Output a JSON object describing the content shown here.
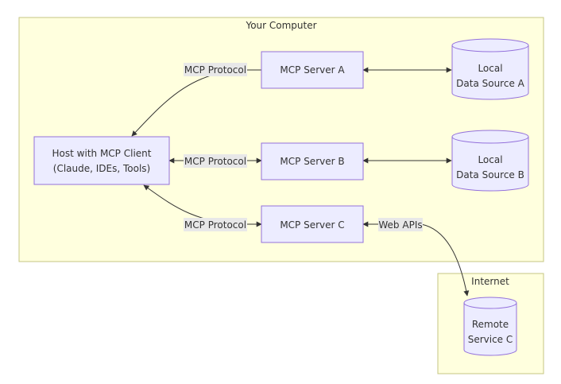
{
  "clusters": {
    "computer": "Your Computer",
    "internet": "Internet"
  },
  "nodes": {
    "host_line1": "Host with MCP Client",
    "host_line2": "(Claude, IDEs, Tools)",
    "server_a": "MCP Server A",
    "server_b": "MCP Server B",
    "server_c": "MCP Server C",
    "data_a_line1": "Local",
    "data_a_line2": "Data Source A",
    "data_b_line1": "Local",
    "data_b_line2": "Data Source B",
    "remote_line1": "Remote",
    "remote_line2": "Service C"
  },
  "edges": {
    "protocol_a": "MCP Protocol",
    "protocol_b": "MCP Protocol",
    "protocol_c": "MCP Protocol",
    "web_apis": "Web APIs"
  },
  "colors": {
    "cluster_fill": "#ffffde",
    "cluster_stroke": "#c5c583",
    "node_fill": "#ececff",
    "node_stroke": "#9370db",
    "edge": "#333333",
    "label_bg": "#e8e8e8"
  }
}
